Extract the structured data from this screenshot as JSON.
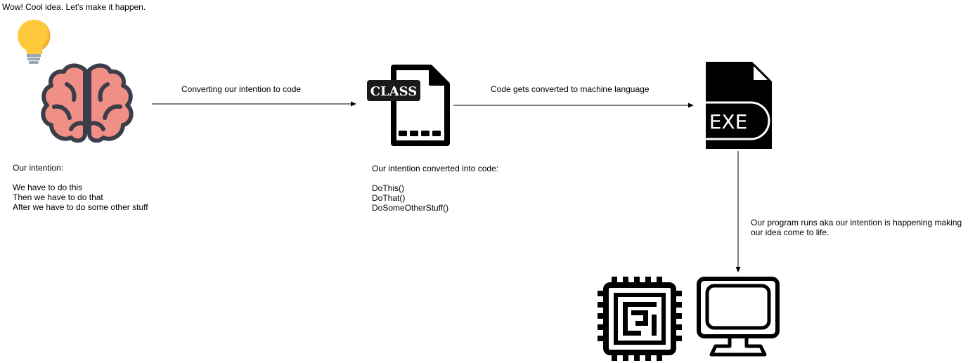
{
  "header": {
    "text": "Wow! Cool idea. Let's make it happen."
  },
  "intention": {
    "title": "Our intention:",
    "lines": [
      "We have to do this",
      "Then we have to do that",
      "After we have to do some other stuff"
    ]
  },
  "code": {
    "title": "Our intention converted into code:",
    "lines": [
      "DoThis()",
      "DoThat()",
      "DoSomeOtherStuff()"
    ],
    "badge": "CLASS"
  },
  "executable": {
    "badge": "EXE"
  },
  "edges": {
    "to_code": "Converting our intention to code",
    "to_machine": "Code gets converted to machine language",
    "runs": "Our program runs aka our intention is happening making our idea come to life."
  },
  "colors": {
    "bulb": "#FFC93C",
    "bulb_shade": "#F0AE32",
    "bulb_base": "#9AA6B4",
    "brain_fill": "#F08F86",
    "brain_stroke": "#3B3D4A",
    "ink": "#000000"
  },
  "icons": [
    "lightbulb-icon",
    "brain-icon",
    "class-file-icon",
    "exe-file-icon",
    "cpu-chip-icon",
    "monitor-icon"
  ]
}
